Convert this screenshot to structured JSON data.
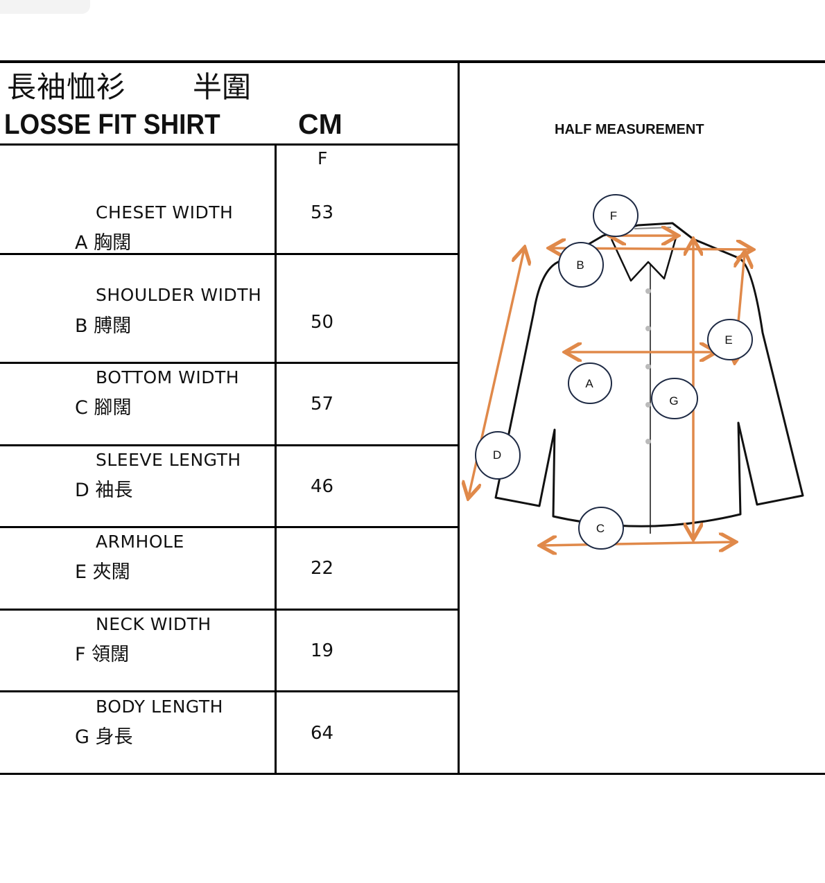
{
  "title_cn": "長袖恤衫",
  "title_cn_unit": "半圍",
  "title_en": "LOSSE FIT SHIRT",
  "unit": "CM",
  "size_header": "F",
  "diagram_title": "HALF MEASUREMENT",
  "accent_color": "#E0894A",
  "rows": [
    {
      "code": "A",
      "label": "CHESET WIDTH",
      "cn": "胸闊",
      "value": "53"
    },
    {
      "code": "B",
      "label": "SHOULDER WIDTH",
      "cn": "膊闊",
      "value": "50"
    },
    {
      "code": "C",
      "label": "BOTTOM WIDTH",
      "cn": "腳闊",
      "value": "57"
    },
    {
      "code": "D",
      "label": "SLEEVE LENGTH",
      "cn": "袖長",
      "value": "46"
    },
    {
      "code": "E",
      "label": "ARMHOLE",
      "cn": "夾闊",
      "value": "22"
    },
    {
      "code": "F",
      "label": "NECK WIDTH",
      "cn": "領闊",
      "value": "19"
    },
    {
      "code": "G",
      "label": "BODY LENGTH",
      "cn": "身長",
      "value": "64"
    }
  ],
  "markers": [
    "F",
    "B",
    "E",
    "A",
    "G",
    "D",
    "C"
  ]
}
